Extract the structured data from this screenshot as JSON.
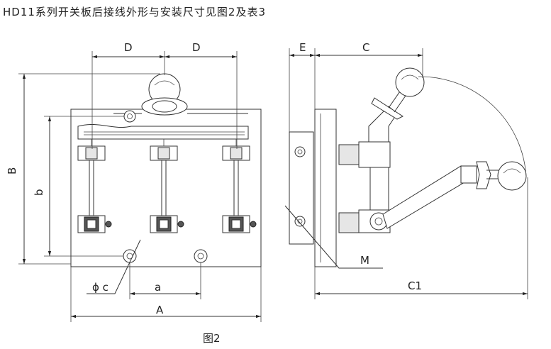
{
  "title": "HD11系列开关板后接线外形与安装尺寸见图2及表3",
  "caption": "图2",
  "labels": {
    "D_left": "D",
    "D_right": "D",
    "E": "E",
    "C": "C",
    "B": "B",
    "b": "b",
    "phi_c": "ϕ c",
    "a": "a",
    "A": "A",
    "M": "M",
    "C1": "C1"
  }
}
